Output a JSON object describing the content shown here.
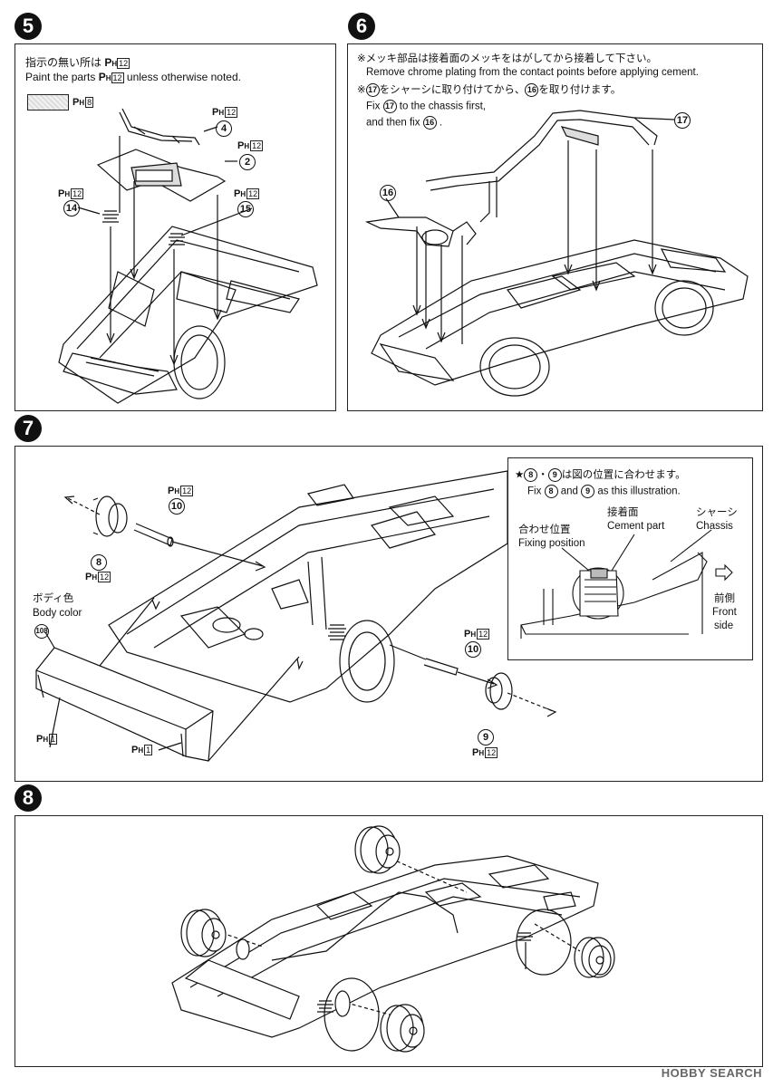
{
  "steps": {
    "s5": {
      "number": "5",
      "note_ja": "指示の無い所は",
      "note_ja_code": "12",
      "note_en_pre": "Paint the parts",
      "note_en_code": "12",
      "note_en_post": "unless otherwise noted.",
      "swatch_code": "8",
      "parts": {
        "p4": "4",
        "p2": "2",
        "p14": "14",
        "p15": "15"
      },
      "paint": {
        "p4": "12",
        "p2": "12",
        "p14": "12",
        "p15": "12"
      }
    },
    "s6": {
      "number": "6",
      "note1_ja": "※メッキ部品は接着面のメッキをはがしてから接着して下さい。",
      "note1_en": "Remove chrome plating from the contact points before applying cement.",
      "note2_ja_a": "※",
      "note2_ja_b": "をシャーシに取り付けてから、",
      "note2_ja_c": "を取り付けます。",
      "note2_n1": "17",
      "note2_n2": "16",
      "note3_en_a": "Fix",
      "note3_en_b": "to the chassis first,",
      "note4_en_a": "and then fix",
      "note4_en_b": ".",
      "parts": {
        "p16": "16",
        "p17": "17"
      }
    },
    "s7": {
      "number": "7",
      "body_color_ja": "ボディ色",
      "body_color_en": "Body color",
      "parts": {
        "p10a": "10",
        "p8": "8",
        "p10b": "10",
        "p9": "9",
        "p108": "108"
      },
      "paint": {
        "p10a": "12",
        "p8": "12",
        "p10b": "12",
        "p9": "12",
        "l1": "1",
        "l2": "1"
      },
      "inset": {
        "star_ja_a": "★",
        "star_ja_sep": "・",
        "star_ja_b": "は図の位置に合わせます。",
        "n1": "8",
        "n2": "9",
        "fix_a": "Fix",
        "fix_and": "and",
        "fix_b": "as this illustration.",
        "cement_ja": "接着面",
        "cement_en": "Cement part",
        "chassis_ja": "シャーシ",
        "chassis_en": "Chassis",
        "fixing_ja": "合わせ位置",
        "fixing_en": "Fixing position",
        "front_ja": "前側",
        "front_en1": "Front",
        "front_en2": "side"
      }
    },
    "s8": {
      "number": "8"
    }
  },
  "ph_label": "P",
  "ph_sub": "H",
  "watermark": "HOBBY SEARCH",
  "colors": {
    "ink": "#111111",
    "panel_border": "#222222"
  }
}
